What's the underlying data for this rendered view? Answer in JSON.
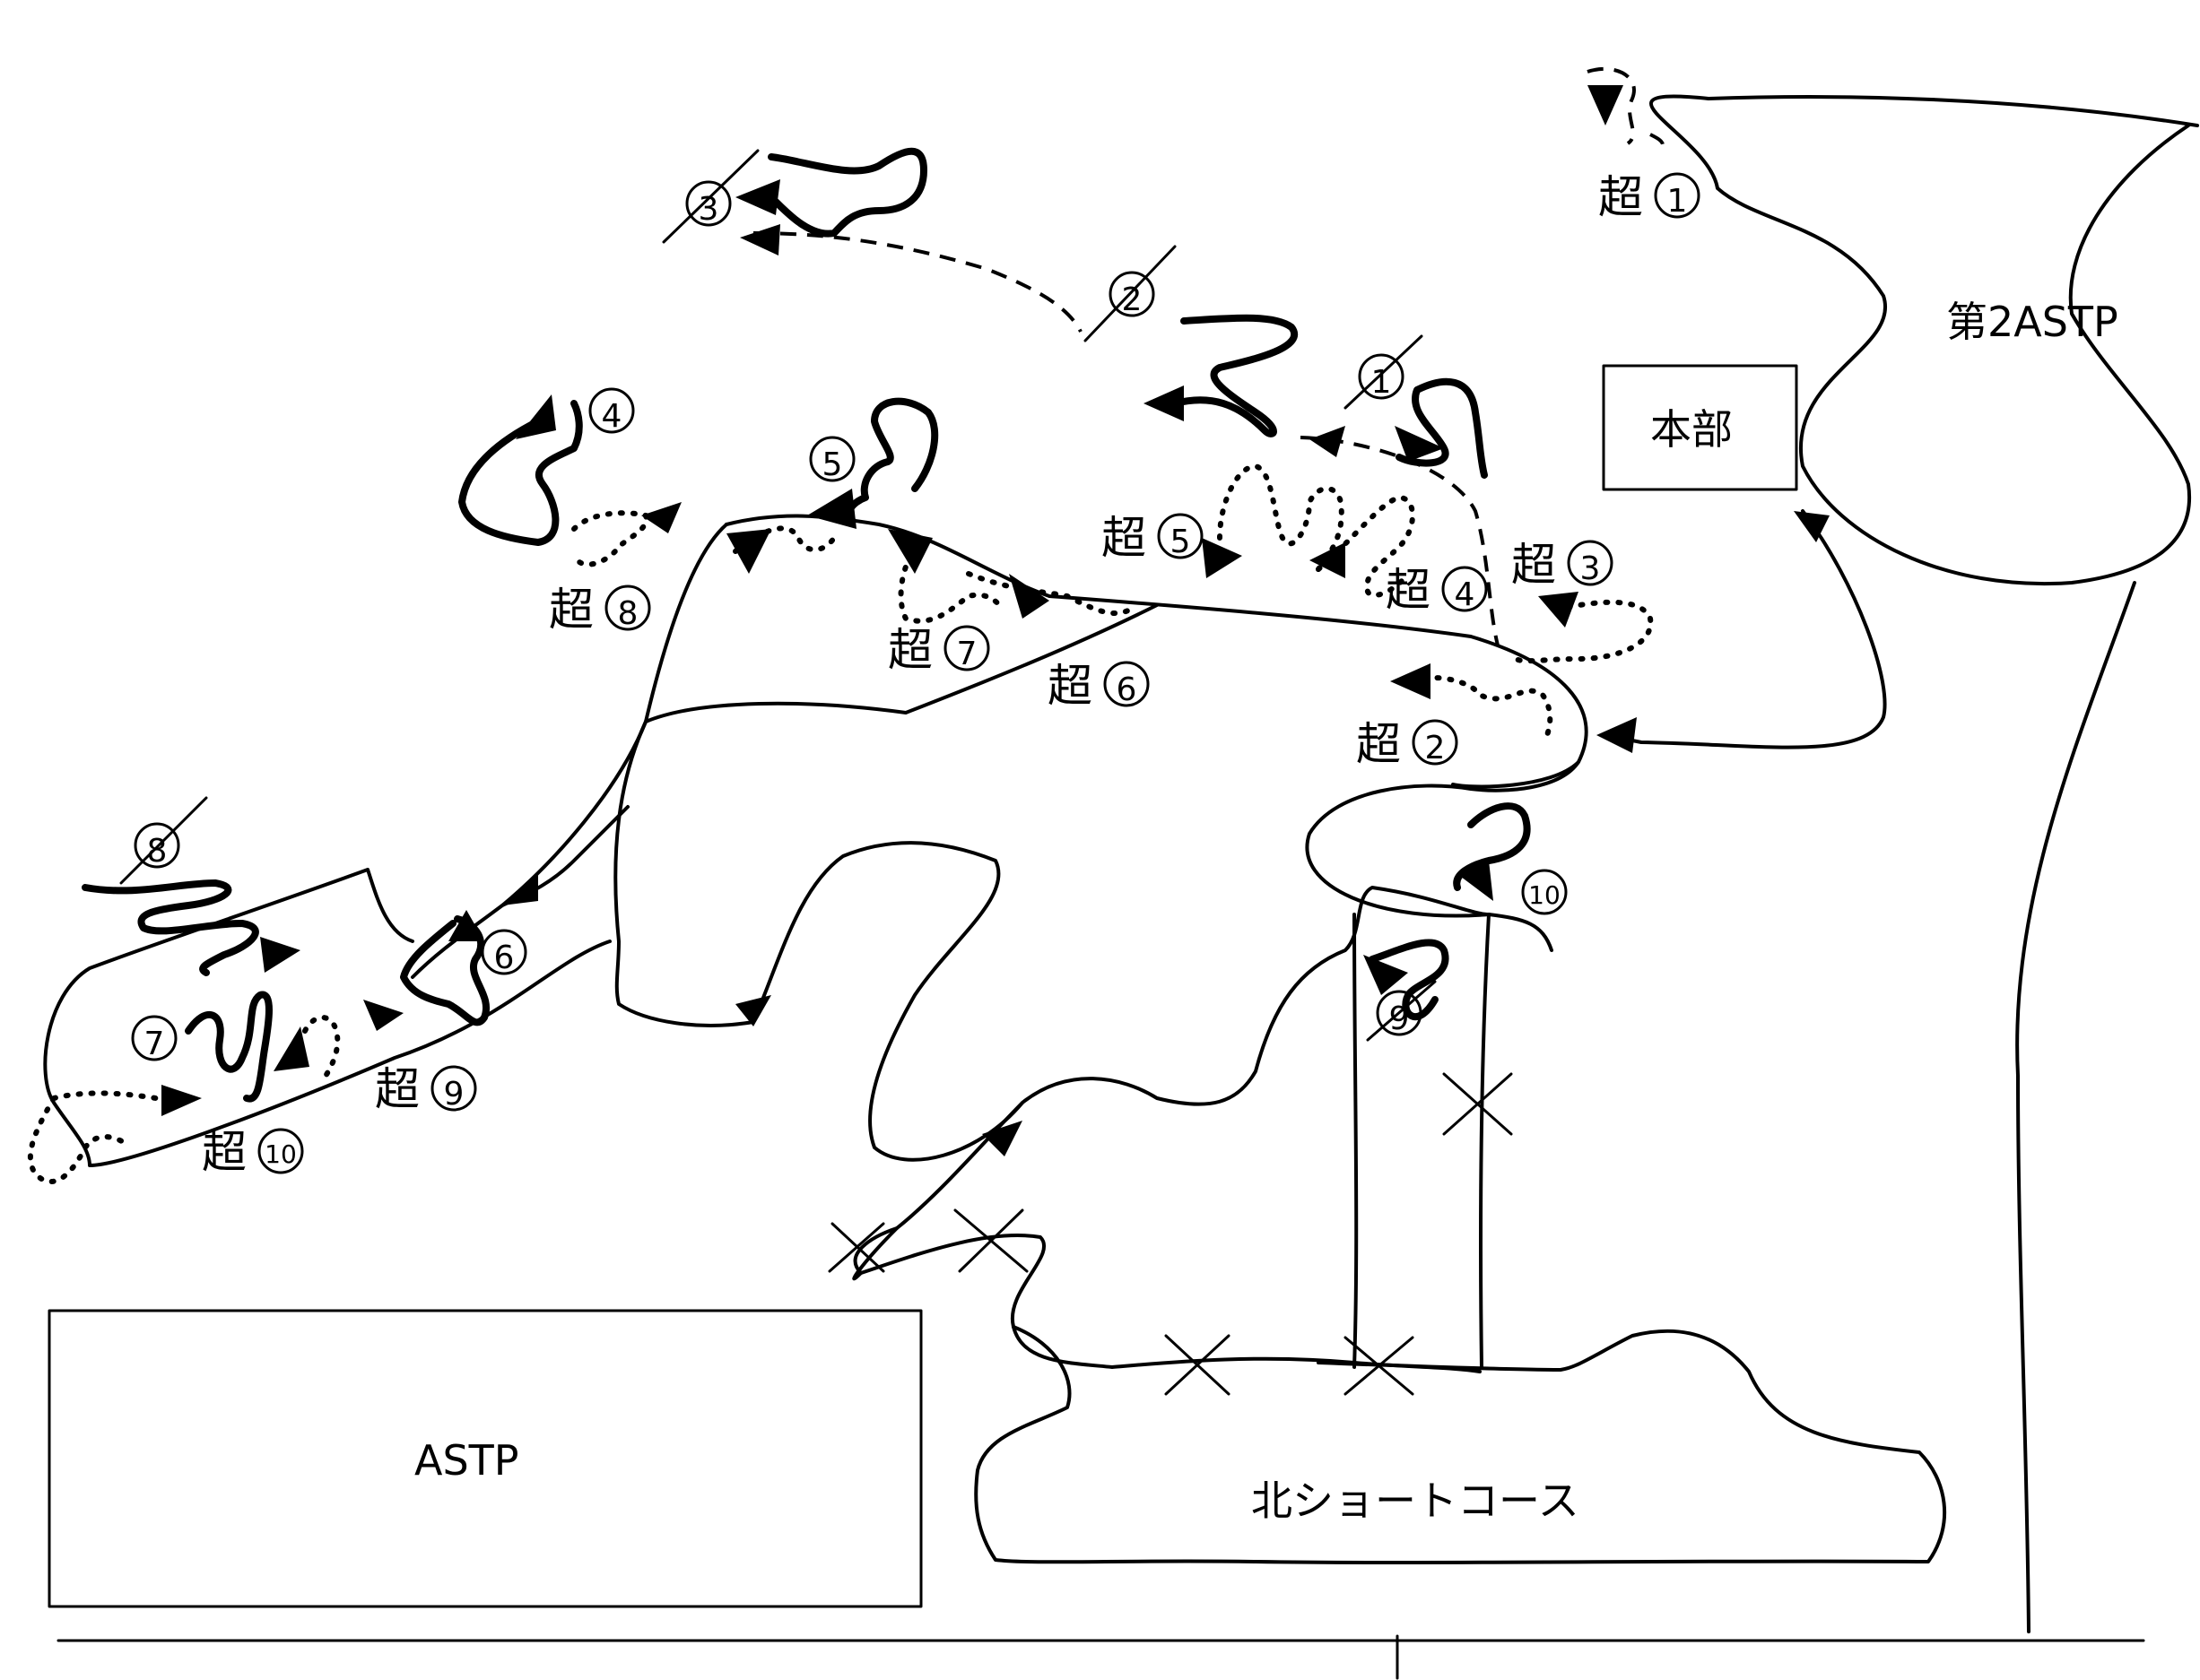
{
  "places": {
    "second_astp": "第2ASTP",
    "honbu": "本部",
    "astp": "ASTP",
    "north_short_course": "北ショートコース"
  },
  "prefix": "超",
  "markers": {
    "m1": "1",
    "m2": "2",
    "m3": "3",
    "m4": "4",
    "m5": "5",
    "m6": "6",
    "m7": "7",
    "m8": "8",
    "m9": "9",
    "m10": "10"
  },
  "super_numbers": {
    "s1": "1",
    "s2": "2",
    "s3": "3",
    "s4": "4",
    "s5": "5",
    "s6": "6",
    "s7": "7",
    "s8": "8",
    "s9": "9",
    "s10": "10"
  },
  "icons": {
    "arrow": "arrowhead-icon",
    "crossed_point": "x-mark-icon"
  }
}
